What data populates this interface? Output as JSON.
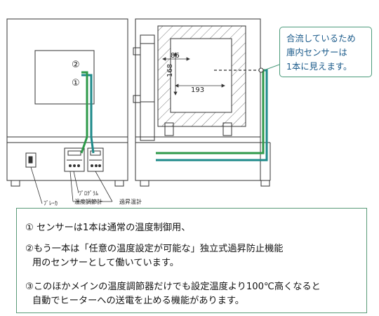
{
  "left_view": {
    "sensor_1": "①",
    "sensor_2": "②",
    "label_breaker": "ﾌﾞﾚｰｶ",
    "label_program": "ﾌﾟﾛｸﾞﾗﾑ",
    "label_temp_controller": "温度調節計",
    "label_overheat_meter": "過昇温計"
  },
  "right_view": {
    "dim_depth": "86",
    "dim_height": "168",
    "dim_width": "193"
  },
  "callout": {
    "lines": [
      "合流しているため",
      "庫内センサーは",
      "1本に見えます。"
    ]
  },
  "notes": {
    "line1": "① センサーは1本は通常の温度制御用、",
    "line2a": "②もう一本は「任意の温度設定が可能な」独立式過昇防止機能",
    "line2b": "用のセンサーとして働いています。",
    "line3a": "③このほかメインの温度調節器だけでも設定温度より100℃高くなると",
    "line3b": "自動でヒーターへの送電を止める機能があります。"
  },
  "colors": {
    "line": "#333333",
    "sensor_teal": "#1e8a8a",
    "sensor_green": "#2e9a4a",
    "box_border": "#5a9a78",
    "callout_text": "#1a5a8a"
  }
}
